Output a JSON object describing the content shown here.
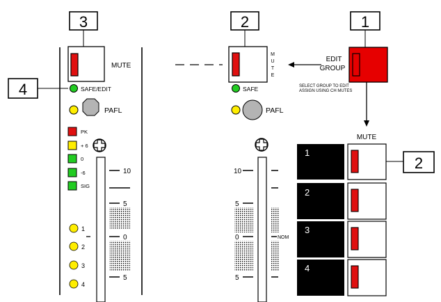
{
  "callouts": {
    "c1": "1",
    "c2_top": "2",
    "c3": "3",
    "c4": "4",
    "c2_right": "2"
  },
  "left_strip": {
    "mute_label": "MUTE",
    "safe_edit_label": "SAFE/EDIT",
    "pafl_label": "PAFL",
    "meter_labels": [
      "PK",
      "+ 6",
      "0",
      "-6",
      "SIG"
    ],
    "scale_labels": [
      "10",
      "5",
      "0",
      "5"
    ],
    "group_labels": [
      "1",
      "2",
      "3",
      "4"
    ]
  },
  "middle_strip": {
    "mute_vertical": [
      "M",
      "U",
      "T",
      "E"
    ],
    "safe_label": "SAFE",
    "pafl_label": "PAFL",
    "scale_labels": [
      "10",
      "5",
      "0",
      "5"
    ],
    "nom_label": "NOM"
  },
  "edit_group": {
    "line1": "EDIT",
    "line2": "GROUP",
    "instruction_line1": "SELECT GROUP TO EDIT",
    "instruction_line2": "ASSIGN USING CH MUTES"
  },
  "mute_groups": {
    "header": "MUTE",
    "numbers": [
      "1",
      "2",
      "3",
      "4"
    ]
  },
  "colors": {
    "red": "#e60000",
    "led_red": "#e01010",
    "led_green": "#22cc22",
    "led_yellow": "#ffee00",
    "grey_knob": "#b4b4b4",
    "black": "#000000"
  }
}
